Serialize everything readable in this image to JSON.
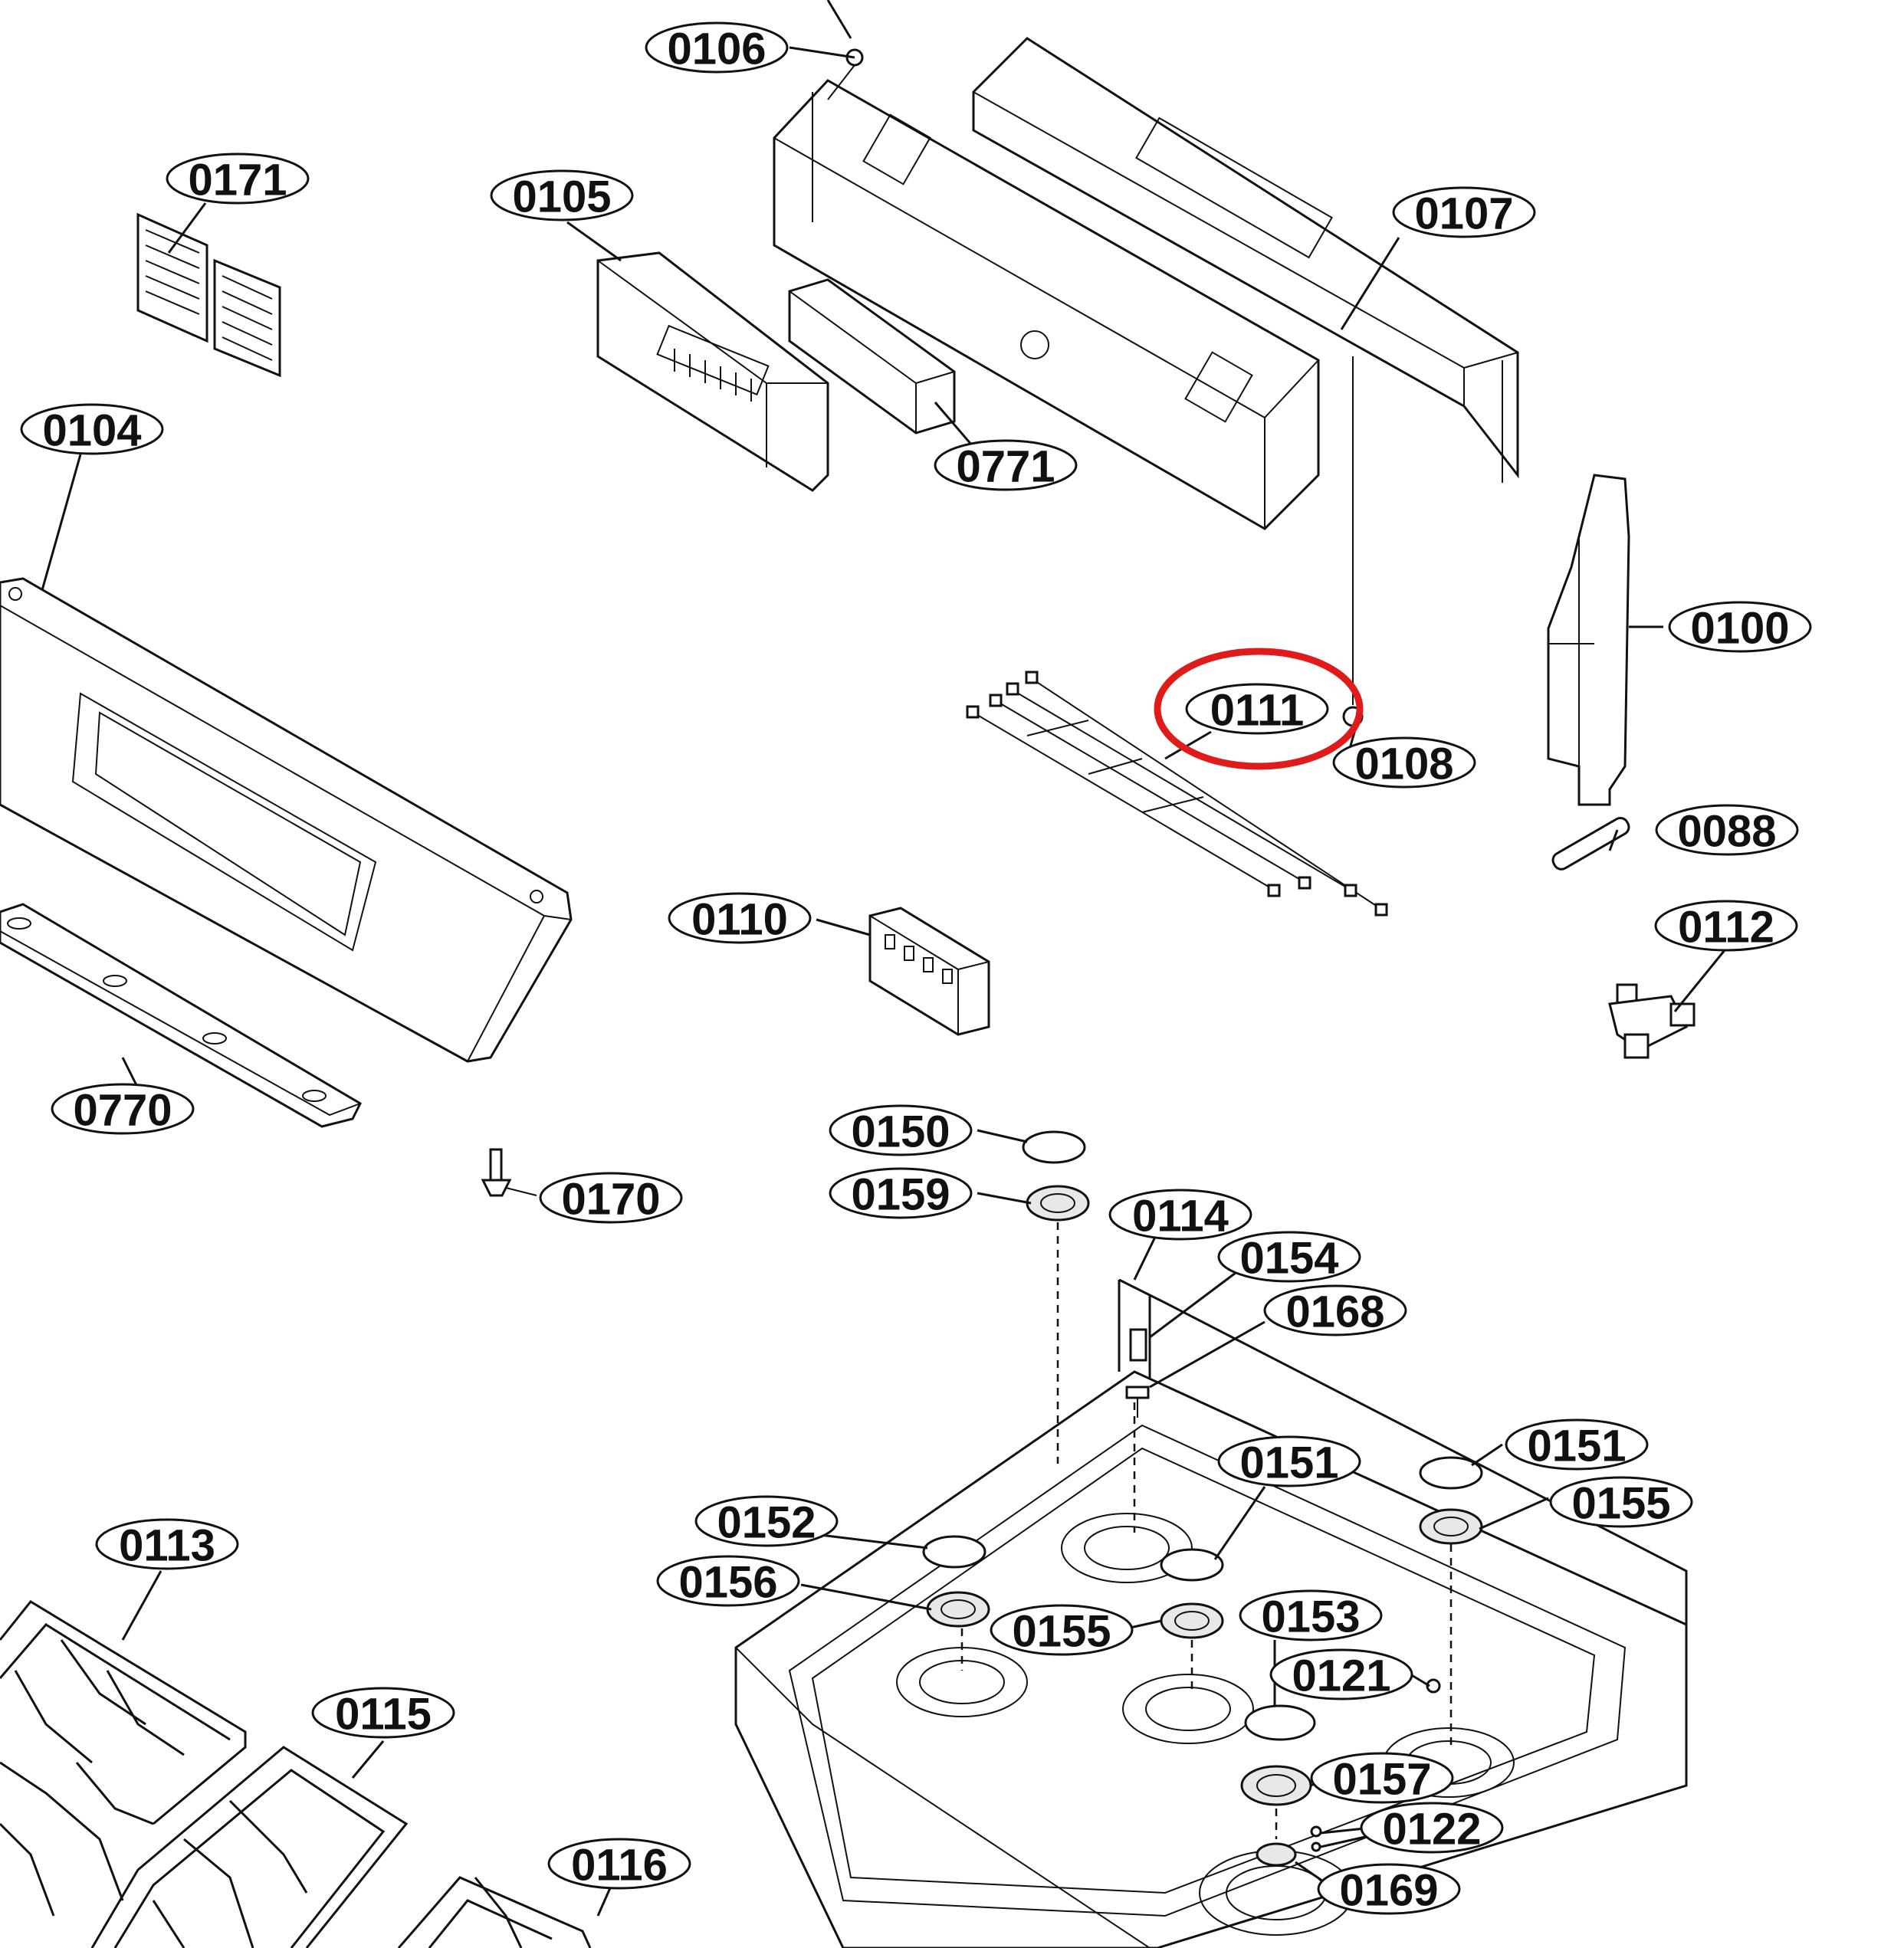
{
  "highlight": {
    "part": "0111",
    "color": "#e01b1b"
  },
  "parts": [
    {
      "id": "0106"
    },
    {
      "id": "0171"
    },
    {
      "id": "0105"
    },
    {
      "id": "0107"
    },
    {
      "id": "0104"
    },
    {
      "id": "0771"
    },
    {
      "id": "0100"
    },
    {
      "id": "0111"
    },
    {
      "id": "0108"
    },
    {
      "id": "0088"
    },
    {
      "id": "0110"
    },
    {
      "id": "0112"
    },
    {
      "id": "0770"
    },
    {
      "id": "0150"
    },
    {
      "id": "0170"
    },
    {
      "id": "0159"
    },
    {
      "id": "0114"
    },
    {
      "id": "0154"
    },
    {
      "id": "0168"
    },
    {
      "id": "0151"
    },
    {
      "id": "0151"
    },
    {
      "id": "0152"
    },
    {
      "id": "0155"
    },
    {
      "id": "0113"
    },
    {
      "id": "0156"
    },
    {
      "id": "0155"
    },
    {
      "id": "0153"
    },
    {
      "id": "0121"
    },
    {
      "id": "0115"
    },
    {
      "id": "0157"
    },
    {
      "id": "0122"
    },
    {
      "id": "0116"
    },
    {
      "id": "0169"
    }
  ]
}
